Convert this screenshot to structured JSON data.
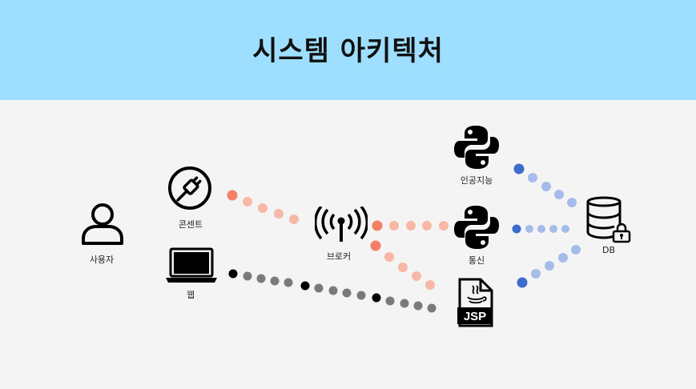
{
  "title": "시스템 아키텍처",
  "nodes": {
    "user": "사용자",
    "outlet": "콘센트",
    "web": "웹",
    "broker": "브로커",
    "ai": "인공지능",
    "comm": "통신",
    "jsp": "JSP",
    "db": "DB"
  },
  "colors": {
    "header": "#9edfff",
    "orange": "#f47f65",
    "orange_light": "#f8b8a6",
    "gray": "#7a7a7a",
    "black": "#000000",
    "blue": "#3d6ccd",
    "blue_light": "#a5bce9"
  }
}
